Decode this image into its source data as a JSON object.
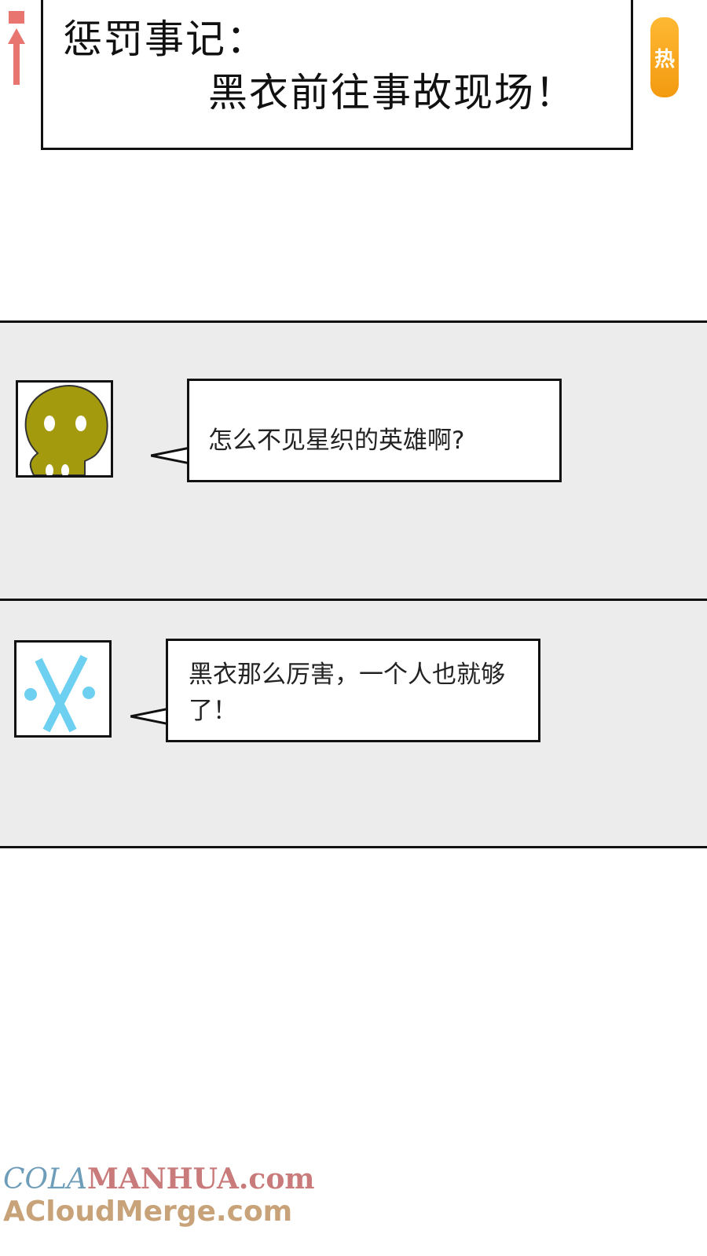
{
  "caption": {
    "line1": "惩罚事记：",
    "line2": "黑衣前往事故现场！"
  },
  "hot_badge": "热",
  "dialogues": [
    {
      "speaker_icon": "skull-icon",
      "text": "怎么不见星织的英雄啊?",
      "color": "#a39a0e"
    },
    {
      "speaker_icon": "x-icon",
      "text": "黑衣那么厉害，一个人也就够了！",
      "color": "#6dd0f0"
    }
  ],
  "watermark": {
    "part1": "COLA",
    "part2": "MANHUA.com",
    "line2": "ACloudMerge.com"
  }
}
